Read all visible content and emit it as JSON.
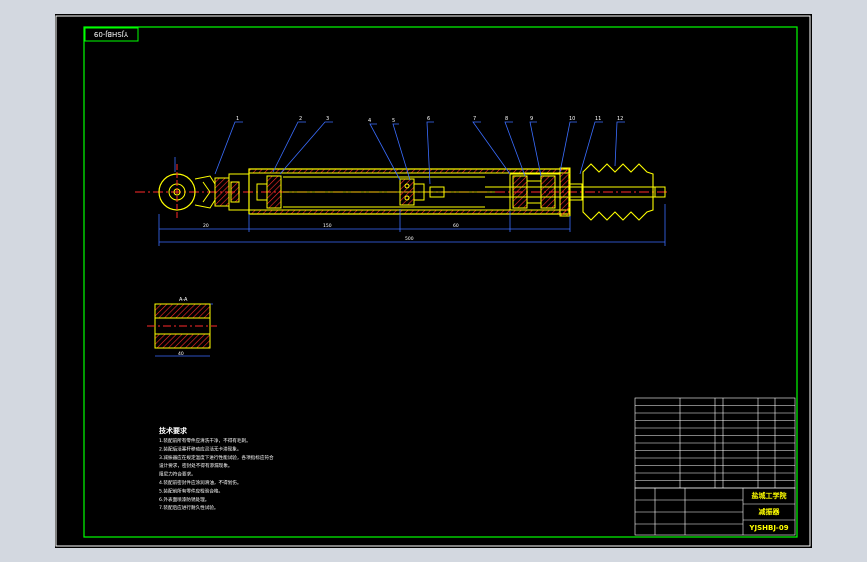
{
  "drawing": {
    "code_stamp": "YJSHBJ-09",
    "company": "盐城工学院",
    "title": "减振器",
    "drawing_no": "YJSHBJ-09",
    "tech_title": "技术要求",
    "tech_items": [
      "1.装配前所有零件应清洗干净，不得有毛刺。",
      "2.装配后活塞杆移动应灵活无卡滞现象。",
      "3.减振器应在规定温度下进行性能试验，各项指标应符合",
      "  设计要求，密封处不得有渗漏现象。",
      "  阻尼力符合要求。",
      "4.装配前密封件应涂润滑油，不得划伤。",
      "5.装配前所有零件应检验合格。",
      "6.外表面喷漆防锈处理。",
      "7.装配后应进行耐久性试验。"
    ],
    "section_label": "A-A",
    "dim_total": "500",
    "dim_a": "150",
    "dim_b": "20",
    "dim_c": "60"
  },
  "colors": {
    "background": "#000000",
    "frame": "#00ff00",
    "outline": "#ffff00",
    "hatch": "#ff0000",
    "dimension": "#3a6dff",
    "text": "#ffffff"
  }
}
